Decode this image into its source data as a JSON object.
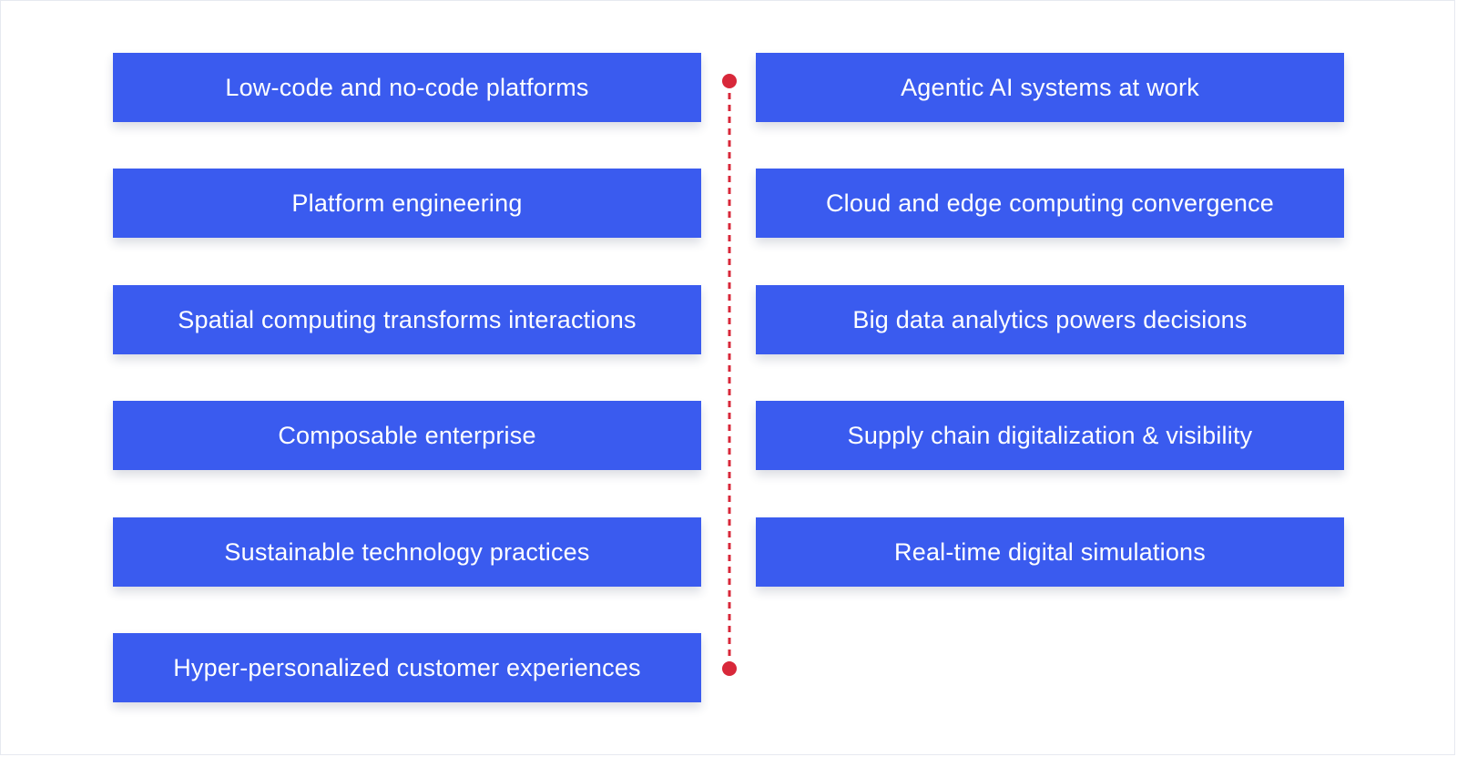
{
  "colors": {
    "box_background": "#3a5bef",
    "box_text": "#ffffff",
    "connector": "#d8283a",
    "page_background": "#ffffff"
  },
  "left_column": [
    {
      "label": "Low-code and no-code platforms"
    },
    {
      "label": "Platform engineering"
    },
    {
      "label": "Spatial computing transforms interactions"
    },
    {
      "label": "Composable enterprise"
    },
    {
      "label": "Sustainable technology practices"
    },
    {
      "label": "Hyper-personalized customer experiences"
    }
  ],
  "right_column": [
    {
      "label": "Agentic AI systems at work"
    },
    {
      "label": "Cloud and edge computing convergence"
    },
    {
      "label": "Big data analytics powers decisions"
    },
    {
      "label": "Supply chain digitalization & visibility"
    },
    {
      "label": "Real-time digital simulations"
    }
  ]
}
